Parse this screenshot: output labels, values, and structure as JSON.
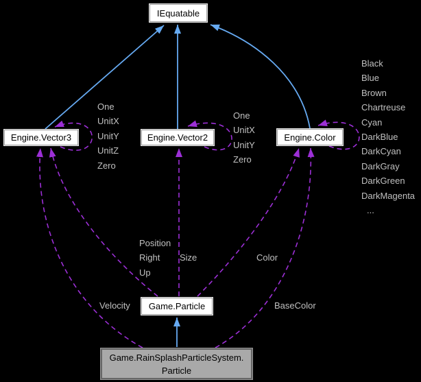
{
  "colors": {
    "background": "#000000",
    "inherit_edge": "#66aaf2",
    "usage_edge": "#9c2fd6",
    "member_label": "#c0c0c0",
    "node_fill": "#ffffff",
    "node_border_light": "#ededed",
    "node_border_inner": "#9a9a9a",
    "node_text": "#000000",
    "focus_node_fill": "#a9a9a9",
    "focus_node_border": "#666666"
  },
  "nodes": {
    "iequatable": {
      "label": "IEquatable"
    },
    "vector3": {
      "label": "Engine.Vector3"
    },
    "vector2": {
      "label": "Engine.Vector2"
    },
    "color": {
      "label": "Engine.Color"
    },
    "particle": {
      "label": "Game.Particle"
    },
    "rainsplash": {
      "label_line1": "Game.RainSplashParticleSystem.",
      "label_line2": "Particle"
    }
  },
  "members": {
    "vector3": [
      "One",
      "UnitX",
      "UnitY",
      "UnitZ",
      "Zero"
    ],
    "vector2": [
      "One",
      "UnitX",
      "UnitY",
      "Zero"
    ],
    "color": [
      "Black",
      "Blue",
      "Brown",
      "Chartreuse",
      "Cyan",
      "DarkBlue",
      "DarkCyan",
      "DarkGray",
      "DarkGreen",
      "DarkMagenta",
      "..."
    ]
  },
  "edge_labels": {
    "particle_vector3": [
      "Position",
      "Right",
      "Up"
    ],
    "particle_vector2": "Size",
    "particle_color": "Color",
    "rainsplash_vector3": "Velocity",
    "rainsplash_color": "BaseColor"
  }
}
